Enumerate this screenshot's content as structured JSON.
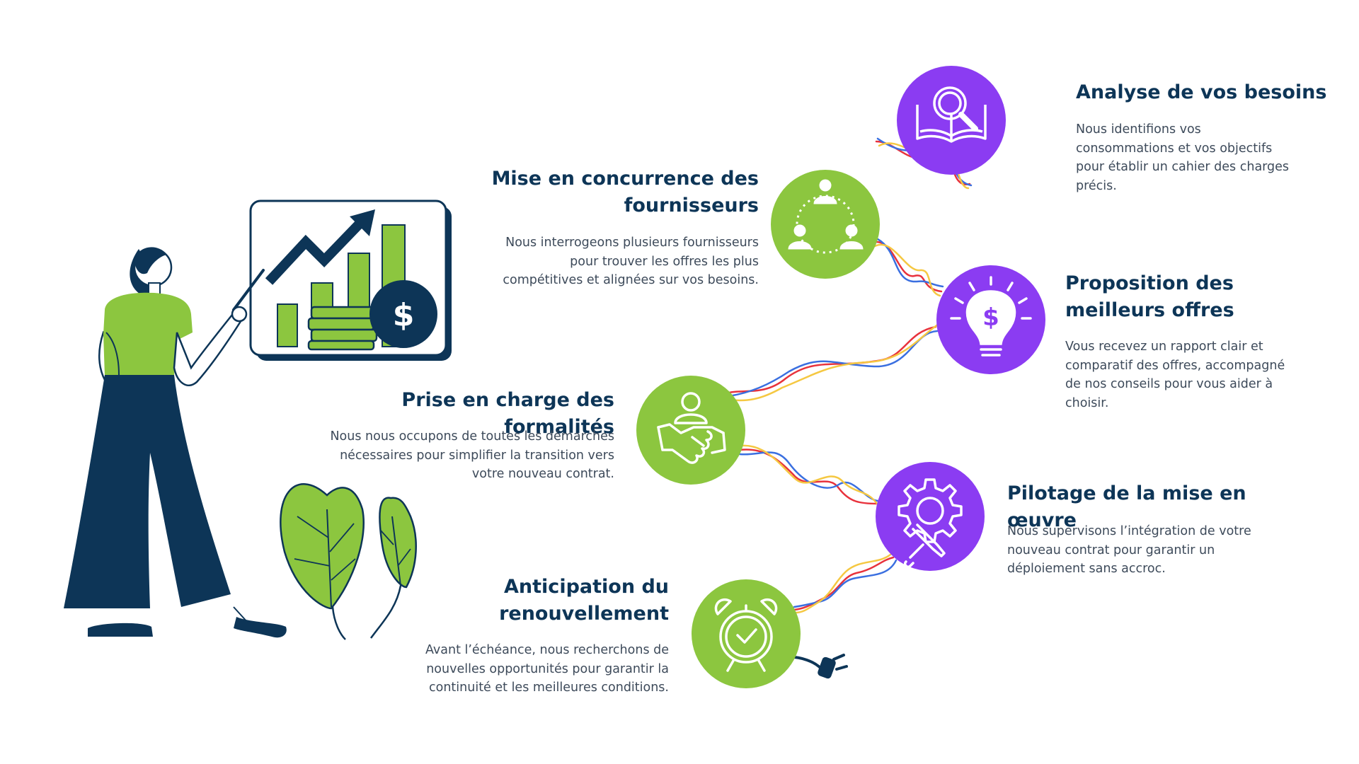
{
  "colors": {
    "navy": "#0d3557",
    "green": "#8cc63f",
    "purple": "#8b3cf2",
    "wire_red": "#e8323c",
    "wire_blue": "#3a6fe0",
    "wire_yellow": "#f5c842",
    "text_gray": "#3d4a5a"
  },
  "steps": [
    {
      "title": "Analyse de vos besoins",
      "description": "Nous identifions vos consommations et vos objectifs pour établir un cahier des charges précis.",
      "icon": "book-magnifier-icon",
      "color": "#8b3cf2"
    },
    {
      "title": "Mise en concurrence des fournisseurs",
      "description": "Nous interrogeons plusieurs fournisseurs pour trouver les offres les plus compétitives et alignées sur vos besoins.",
      "icon": "network-people-icon",
      "color": "#8cc63f"
    },
    {
      "title": "Proposition des meilleurs offres",
      "description": "Vous recevez un rapport clair et comparatif des offres, accompagné de nos conseils pour vous aider à choisir.",
      "icon": "lightbulb-dollar-icon",
      "color": "#8b3cf2"
    },
    {
      "title": "Prise en charge des formalités",
      "description": "Nous nous occupons de toutes les démarches nécessaires pour simplifier la transition vers votre nouveau contrat.",
      "icon": "handshake-icon",
      "color": "#8cc63f"
    },
    {
      "title": "Pilotage de la mise en œuvre",
      "description": "Nous supervisons l’intégration de votre nouveau contrat pour garantir un déploiement sans accroc.",
      "icon": "gear-wrench-icon",
      "color": "#8b3cf2"
    },
    {
      "title": "Anticipation du renouvellement",
      "description": "Avant l’échéance, nous recherchons de nouvelles opportunités pour garantir la continuité et les meilleures conditions.",
      "icon": "alarm-clock-icon",
      "color": "#8cc63f"
    }
  ],
  "illustration": {
    "board_icon": "growth-chart-icon",
    "coin_symbol": "$",
    "bulb_symbol": "$"
  }
}
